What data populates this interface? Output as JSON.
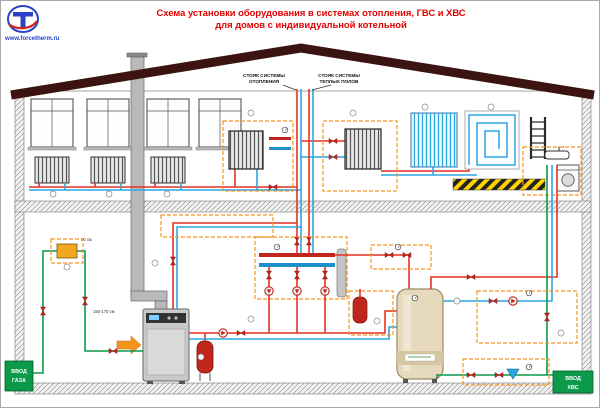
{
  "header": {
    "title_line1": "Схема установки оборудования в системах отопления, ГВС и ХВС",
    "title_line2": "для домов с индивидуальной котельной",
    "website": "www.forcetherm.ru"
  },
  "diagram": {
    "labels": {
      "riser_heating_1": "СТОЯК СИСТЕМЫ",
      "riser_heating_2": "ОТОПЛЕНИЯ",
      "riser_floor_1": "СТОЯК СИСТЕМЫ",
      "riser_floor_2": "ТЕПЛЫХ ПОЛОВ",
      "gas_inlet_1": "ВВОД",
      "gas_inlet_2": "ГАЗА",
      "cold_inlet_1": "ВВОД",
      "cold_inlet_2": "ХВС",
      "dim_50": "50 см",
      "dim_150": "150-170 см"
    },
    "colors": {
      "supply_pipe": "#e53122",
      "return_pipe": "#2ba6e0",
      "gas_cold_pipe": "#0a9a4a",
      "group_box": "#f7941d",
      "roof": "#3b1412",
      "title_text": "#e10000",
      "inlet_box": "#0a9a4a",
      "warning_tape_yellow": "#ffd400"
    }
  }
}
